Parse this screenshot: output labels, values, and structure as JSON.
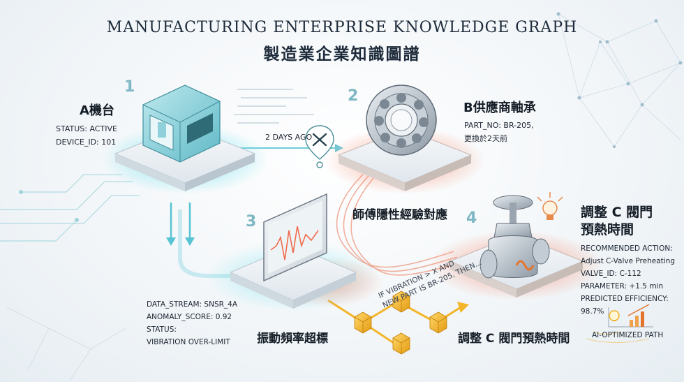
{
  "title_en": "MANUFACTURING ENTERPRISE KNOWLEDGE GRAPH",
  "title_zh": "製造業企業知識圖譜",
  "nodes": {
    "machine": {
      "number": "1",
      "title": "A機台",
      "status": "STATUS: ACTIVE",
      "device_id": "DEVICE_ID: 101"
    },
    "bearing": {
      "number": "2",
      "title": "B供應商軸承",
      "part_no": "PART_NO: BR-205,",
      "replaced": "更換於2天前"
    },
    "vibration": {
      "number": "3",
      "title": "振動頻率超標",
      "data_stream": "DATA_STREAM: SNSR_4A",
      "anomaly_score": "ANOMALY_SCORE: 0.92",
      "status": "STATUS:",
      "status_value": "VIBRATION OVER-LIMIT"
    },
    "valve": {
      "number": "4",
      "title_line1": "調整 C 閥門",
      "title_line2": "預熱時間",
      "recommended": "RECOMMENDED ACTION:",
      "action": "Adjust C-Valve Preheating",
      "valve_id": "VALVE_ID: C-112",
      "parameter": "PARAMETER: +1.5 min",
      "predicted": "PREDICTED EFFICIENCY:",
      "efficiency": "98.7%"
    }
  },
  "edges": {
    "maintenance_label": "2 DAYS AGO",
    "expertise_label": "師傅隱性經驗對應",
    "rule_line1": "IF VIBRATION > X AND",
    "rule_line2": "NEW PART IS BR-205, THEN...",
    "outcome_label": "調整 C 閥門預熱時間",
    "ai_path_label": "AI-OPTIMIZED PATH"
  },
  "colors": {
    "cyan_glow": "#4fd6e6",
    "coral_glow": "#f07a5c",
    "gold_cube": "#f3b52a",
    "title_ink": "#1d2a3a"
  },
  "icons": [
    "cnc-machine-icon",
    "bearing-icon",
    "wrench-screwdriver-icon",
    "waveform-monitor-icon",
    "valve-icon",
    "lightbulb-icon",
    "bar-chart-icon"
  ]
}
